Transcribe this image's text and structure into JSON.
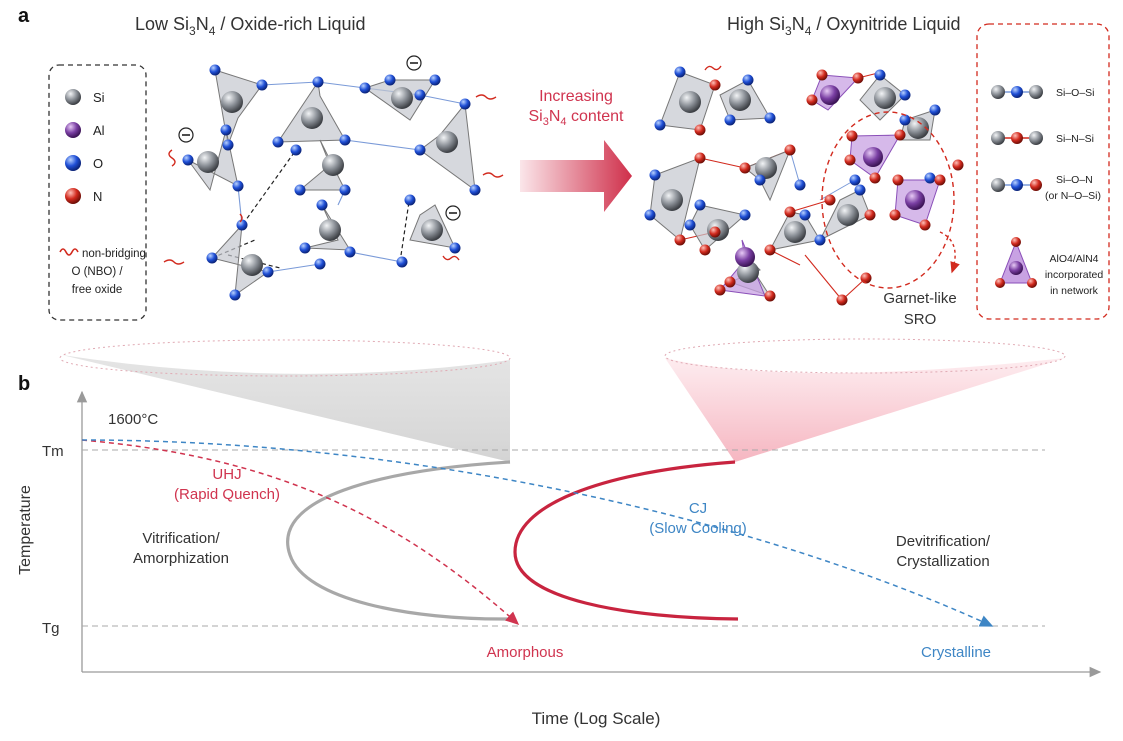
{
  "panel_a": {
    "label": "a",
    "left_title": {
      "pre": "Low Si",
      "s1": "3",
      "mid": "N",
      "s2": "4",
      "post": " / Oxide-rich Liquid"
    },
    "right_title": {
      "pre": "High Si",
      "s1": "3",
      "mid": "N",
      "s2": "4",
      "post": " / Oxynitride Liquid"
    },
    "arrow_label": {
      "line1": "Increasing",
      "line2_pre": "Si",
      "line2_s1": "3",
      "line2_mid": "N",
      "line2_s2": "4",
      "line2_post": " content"
    },
    "legend_left": {
      "items": [
        "Si",
        "Al",
        "O",
        "N"
      ],
      "nbo_lines": [
        "non-bridging",
        "O (NBO) /",
        "free oxide"
      ]
    },
    "legend_right": {
      "bonds": [
        {
          "lines": [
            "Si–O–Si"
          ]
        },
        {
          "lines": [
            "Si–N–Si"
          ]
        },
        {
          "lines": [
            "Si–O–N",
            "(or N–O–Si)"
          ]
        }
      ],
      "al_lines": [
        "AlO4/AlN4",
        "incorporated",
        "in network"
      ]
    },
    "garnet_lines": [
      "Garnet-like",
      "SRO"
    ],
    "colors": {
      "si": "#8a8f96",
      "al": "#7a3fa3",
      "o": "#1f4fd6",
      "n": "#d22a1e",
      "accent": "#d0344f"
    }
  },
  "panel_b": {
    "label": "b",
    "temp_note": "1600°C",
    "tm_label": "Tm",
    "tg_label": "Tg",
    "ylabel": "Temperature",
    "xlabel": "Time (Log Scale)",
    "uhj_lines": [
      "UHJ",
      "(Rapid Quench)"
    ],
    "cj_lines": [
      "CJ",
      "(Slow Cooling)"
    ],
    "vitri_lines": [
      "Vitrification/",
      "Amorphization"
    ],
    "devitri_lines": [
      "Devitrification/",
      "Crystallization"
    ],
    "amorphous": "Amorphous",
    "crystalline": "Crystalline",
    "colors": {
      "uhj": "#d0344f",
      "cj": "#3e86c5",
      "grey": "#a8a8a8",
      "red": "#c8243f"
    }
  }
}
